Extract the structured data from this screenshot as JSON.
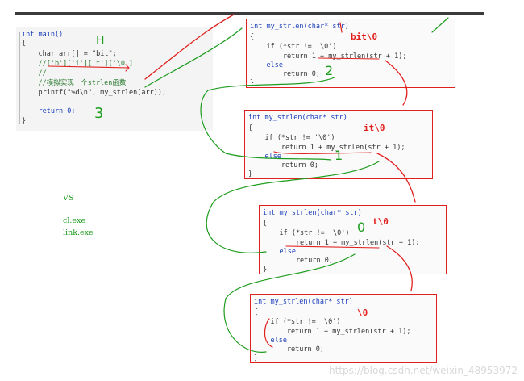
{
  "main_code": {
    "lines": [
      "int main()",
      "{",
      "    char arr[] = \"bit\";",
      "    //['b']['i']['t']['\\0']",
      "    //",
      "    //模拟实现一个strlen函数",
      "    printf(\"%d\\n\", my_strlen(arr));",
      "",
      "    return 0;",
      "}"
    ]
  },
  "recursion_frames": [
    {
      "lines": [
        "int my_strlen(char* str)",
        "{",
        "    if (*str != '\\0')",
        "        return 1 + my_strlen(str + 1);",
        "    else",
        "        return 0;",
        "}"
      ],
      "annotation": "bit\\0"
    },
    {
      "lines": [
        "int my_strlen(char* str)",
        "{",
        "    if (*str != '\\0')",
        "        return 1 + my_strlen(str + 1);",
        "    else",
        "        return 0;",
        "}"
      ],
      "annotation": "it\\0"
    },
    {
      "lines": [
        "int my_strlen(char* str)",
        "{",
        "    if (*str != '\\0')",
        "        return 1 + my_strlen(str + 1);",
        "    else",
        "        return 0;",
        "}"
      ],
      "annotation": "t\\0"
    },
    {
      "lines": [
        "int my_strlen(char* str)",
        "{",
        "    if (*str != '\\0')",
        "        return 1 + my_strlen(str + 1);",
        "    else",
        "        return 0;",
        "}"
      ],
      "annotation": "\\0"
    }
  ],
  "handwritten": {
    "result_3": "3",
    "return_2": "2",
    "return_1": "1",
    "return_0": "0",
    "h_mark": "H"
  },
  "notes": {
    "vs": "VS",
    "cl": "cl.exe",
    "link": "link.exe"
  },
  "watermark": "https://blog.csdn.net/weixin_48953972",
  "colors": {
    "frame_border": "#e0201d",
    "pen_green": "#1e9c1e",
    "pen_red": "#e0201d",
    "keyword": "#1a3db8",
    "string": "#a31515"
  }
}
